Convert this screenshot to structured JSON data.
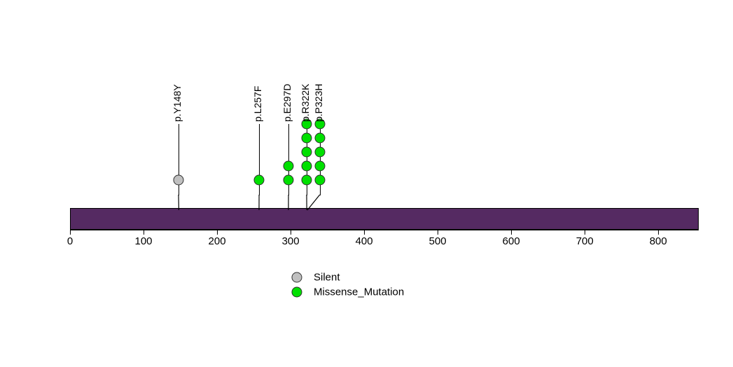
{
  "chart_data": {
    "type": "lollipop",
    "title": "",
    "xlabel": "",
    "ylabel": "",
    "xlim": [
      0,
      855
    ],
    "grid": false,
    "protein_length": 855,
    "axis": {
      "ticks": [
        0,
        100,
        200,
        300,
        400,
        500,
        600,
        700,
        800
      ],
      "tick_labels": [
        "0",
        "100",
        "200",
        "300",
        "400",
        "500",
        "600",
        "700",
        "800"
      ]
    },
    "domain_track": {
      "name": "protein-backbone",
      "color": "#552A62",
      "start": 0,
      "end": 855
    },
    "mutations": [
      {
        "label": "p.Y148Y",
        "position": 148,
        "count": 1,
        "type": "Silent",
        "color": "#C0C0C0"
      },
      {
        "label": "p.L257F",
        "position": 257,
        "count": 1,
        "type": "Missense_Mutation",
        "color": "#00E000"
      },
      {
        "label": "p.E297D",
        "position": 297,
        "count": 2,
        "type": "Missense_Mutation",
        "color": "#00E000"
      },
      {
        "label": "p.R322K",
        "position": 322,
        "count": 5,
        "type": "Missense_Mutation",
        "color": "#00E000"
      },
      {
        "label": "p.P323H",
        "position": 323,
        "count": 5,
        "type": "Missense_Mutation",
        "color": "#00E000"
      }
    ],
    "legend": {
      "position": "bottom",
      "entries": [
        {
          "label": "Silent",
          "color": "#C0C0C0"
        },
        {
          "label": "Missense_Mutation",
          "color": "#00E000"
        }
      ]
    },
    "colors": {
      "background": "#FFFFFF",
      "backbone": "#552A62",
      "silent": "#C0C0C0",
      "missense": "#00E000",
      "stroke": "#000000"
    }
  }
}
